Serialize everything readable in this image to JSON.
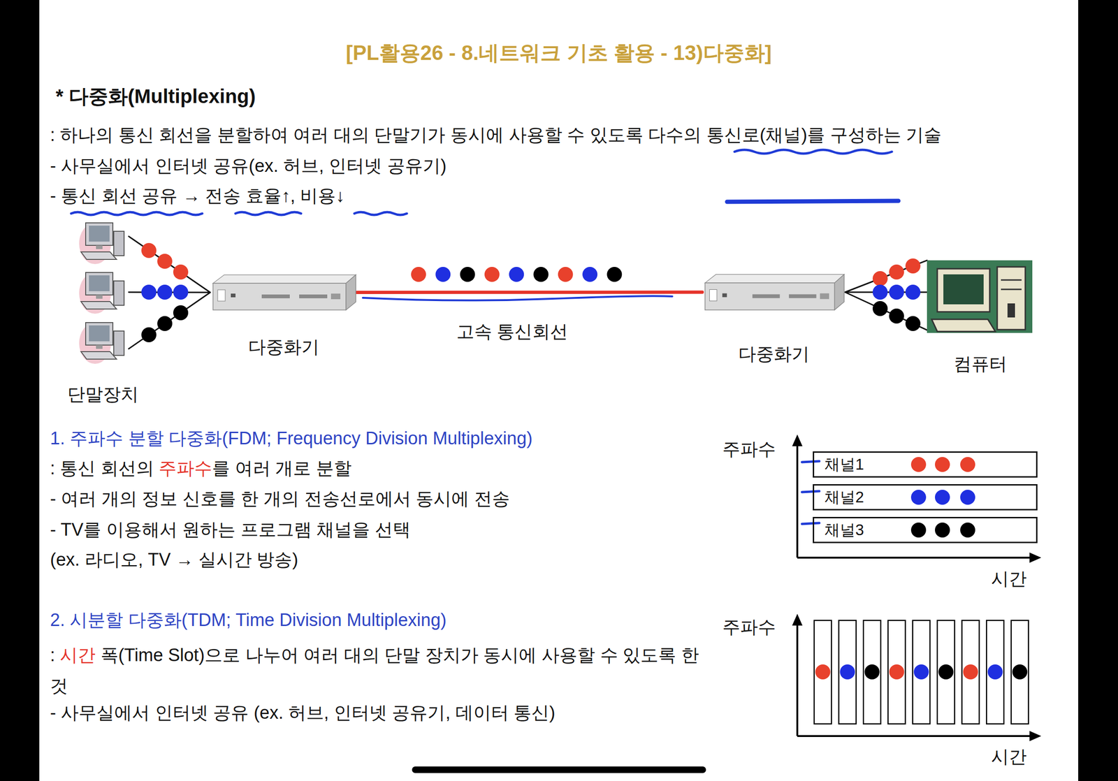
{
  "diagram": {
    "title": "[PL활용26 - 8.네트워크 기초 활용 - 13)다중화]",
    "nodes": [
      {
        "text": [
          "단말장치"
        ]
      },
      {
        "text": [
          "다중화기"
        ]
      },
      {
        "text": [
          "다중화기"
        ]
      },
      {
        "text": [
          "컴퓨터"
        ]
      },
      {
        "text": [
          "채널1"
        ]
      },
      {
        "text": [
          "채널2"
        ]
      },
      {
        "text": [
          "채널3"
        ]
      }
    ],
    "edges": [
      {
        "from": 0,
        "to": 1,
        "arrow": "none"
      },
      {
        "from": 1,
        "to": 2,
        "label": "고속 통신회선",
        "arrow": "none"
      },
      {
        "from": 2,
        "to": 3,
        "arrow": "none"
      }
    ],
    "labels": [
      "* 다중화(Multiplexing)",
      ": 하나의 통신 회선을 분할하여 여러 대의 단말기가 동시에 사용할 수 있도록 다수의 통신로(채널)를 구성하는 기술",
      "- 사무실에서 인터넷 공유(ex. 허브, 인터넷 공유기)",
      "- 통신 회선 공유 → 전송 효율↑, 비용↓",
      "1. 주파수 분할 다중화(FDM; Frequency Division Multiplexing)",
      ": 통신 회선의 주파수를 여러 개로 분할",
      "- 여러 개의 정보 신호를 한 개의 전송선로에서 동시에 전송",
      "- TV를 이용해서 원하는 프로그램 채널을 선택",
      "(ex. 라디오, TV → 실시간 방송)",
      "주파수",
      "시간",
      "2. 시분할 다중화(TDM; Time Division Multiplexing)",
      ": 시간 폭(Time Slot)으로 나누어 여러 대의 단말 장치가 동시에 사용할 수 있도록 한 것",
      "- 사무실에서 인터넷 공유 (ex. 허브, 인터넷 공유기, 데이터 통신)",
      "주파수",
      "시간"
    ]
  }
}
